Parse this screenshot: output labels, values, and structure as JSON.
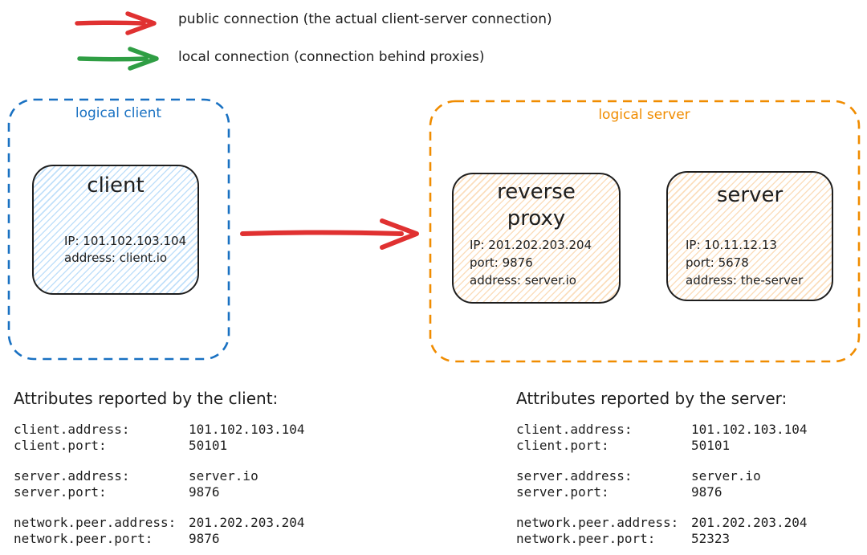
{
  "legend": {
    "items": [
      {
        "name": "public",
        "label": "public connection (the actual client-server connection)",
        "color": "#e03131"
      },
      {
        "name": "local",
        "label": "local connection (connection behind proxies)",
        "color": "#2f9e44"
      }
    ]
  },
  "logical_client": {
    "label": "logical client",
    "client_box": {
      "title": "client",
      "lines": [
        "IP: 101.102.103.104",
        "address: client.io"
      ]
    }
  },
  "logical_server": {
    "label": "logical server",
    "reverse_proxy_box": {
      "title": "reverse proxy",
      "lines": [
        "IP: 201.202.203.204",
        "port: 9876",
        "address: server.io"
      ]
    },
    "server_box": {
      "title": "server",
      "lines": [
        "IP: 10.11.12.13",
        "port: 5678",
        "address: the-server"
      ]
    }
  },
  "client_attributes": {
    "title": "Attributes reported by the client:",
    "groups": [
      [
        {
          "key": "client.address:",
          "value": "101.102.103.104"
        },
        {
          "key": "client.port:",
          "value": "50101"
        }
      ],
      [
        {
          "key": "server.address:",
          "value": "server.io"
        },
        {
          "key": "server.port:",
          "value": "9876"
        }
      ],
      [
        {
          "key": "network.peer.address:",
          "value": "201.202.203.204"
        },
        {
          "key": "network.peer.port:",
          "value": "9876"
        }
      ]
    ]
  },
  "server_attributes": {
    "title": "Attributes reported by the server:",
    "groups": [
      [
        {
          "key": "client.address:",
          "value": "101.102.103.104"
        },
        {
          "key": "client.port:",
          "value": "50101"
        }
      ],
      [
        {
          "key": "server.address:",
          "value": "server.io"
        },
        {
          "key": "server.port:",
          "value": "9876"
        }
      ],
      [
        {
          "key": "network.peer.address:",
          "value": "201.202.203.204"
        },
        {
          "key": "network.peer.port:",
          "value": "52323"
        }
      ]
    ]
  },
  "colors": {
    "public_connection": "#e03131",
    "local_connection": "#2f9e44",
    "logical_client_outline": "#1971c2",
    "logical_server_outline": "#f08c00",
    "ink": "#1e1e1e",
    "client_fill_hatch": "#a5d8ff",
    "server_fill_hatch": "#ffd8a8"
  }
}
